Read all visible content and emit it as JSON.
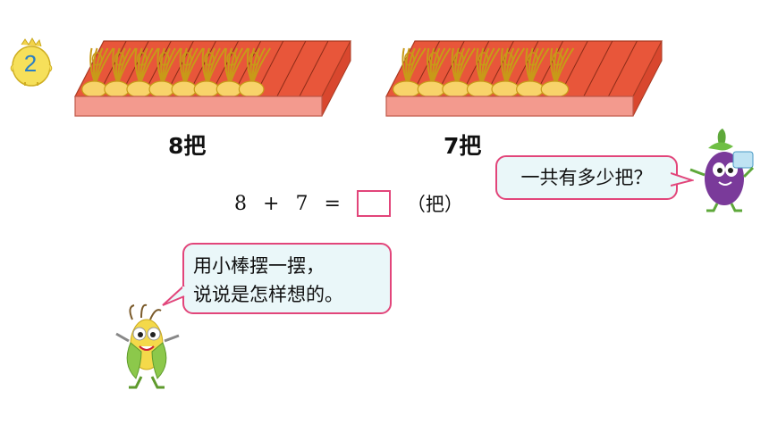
{
  "problem": {
    "number": "2"
  },
  "trays": [
    {
      "label": "8把",
      "filled": 8,
      "slots": 11
    },
    {
      "label": "7把",
      "filled": 7,
      "slots": 10
    }
  ],
  "equation": {
    "a": "8",
    "op": "+",
    "b": "7",
    "eq": "=",
    "unit": "（把）"
  },
  "bubbles": {
    "right": "一共有多少把？",
    "left_line1": "用小棒摆一摆，",
    "left_line2": "说说是怎样想的。"
  },
  "colors": {
    "accent": "#e2457a",
    "tray_top": "#e8563a",
    "tray_front": "#f39a8e",
    "bundle": "#f8d36a",
    "bubble_fill": "#eaf7f9",
    "badge_blue": "#2a7fc4"
  }
}
